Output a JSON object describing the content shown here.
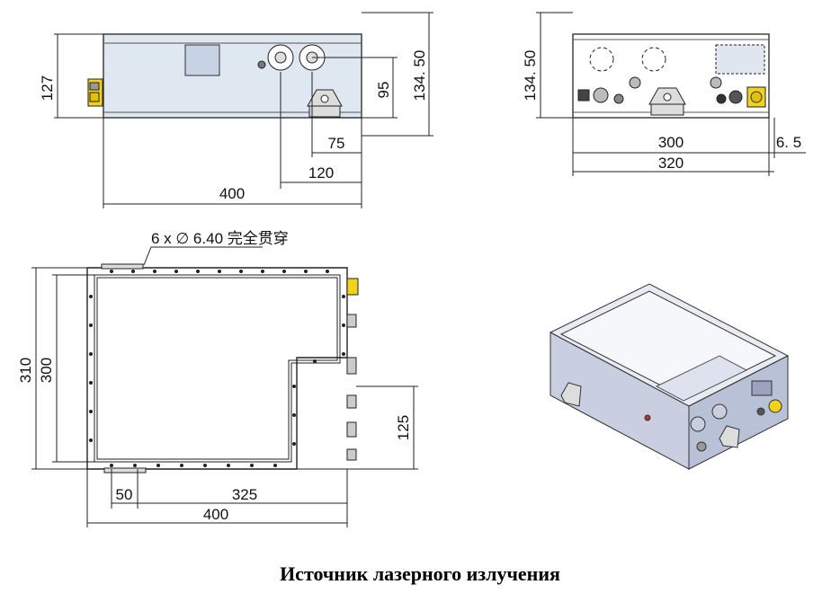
{
  "caption": "Источник лазерного излучения",
  "annotations": {
    "hole_note": "6 x  ∅  6.40 完全贯穿"
  },
  "dimensions": {
    "front_height": "127",
    "front_width": "400",
    "front_offset_120": "120",
    "front_offset_75": "75",
    "front_center_95": "95",
    "front_overall_height": "134. 50",
    "side_overall_height": "134. 50",
    "side_width_300": "300",
    "side_width_320": "320",
    "side_offset": "6. 5",
    "top_height_310": "310",
    "top_height_300": "300",
    "top_width_400": "400",
    "top_offset_50": "50",
    "top_offset_325": "325",
    "top_offset_125": "125"
  },
  "colors": {
    "panel_fill": "#dfe7f1",
    "line": "#222222",
    "connector_yellow": "#f2d21c",
    "iso_top": "#e8ebf3",
    "iso_side": "#c9cfe0"
  }
}
